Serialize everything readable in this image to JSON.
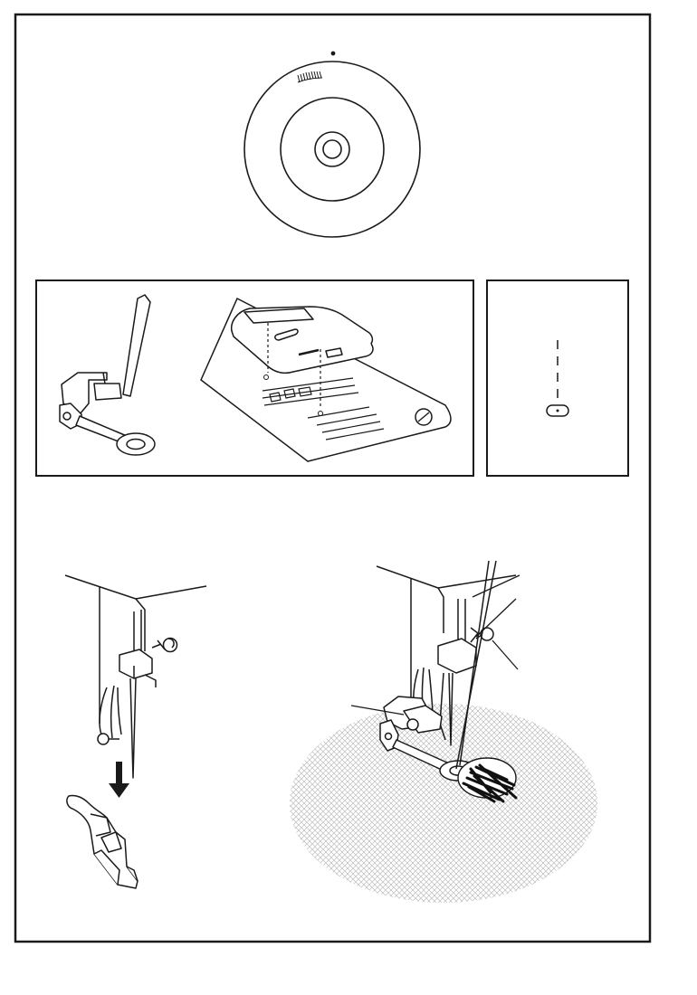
{
  "colors": {
    "ink": "#1a1a1a",
    "paper": "#ffffff",
    "fabric_pattern": "#bdbdbd",
    "stitch_fill": "#111111"
  },
  "figures": [
    {
      "id": "dial",
      "icon": "stitch-length-dial-icon"
    },
    {
      "id": "darning-foot-attach",
      "icon": "darning-foot-icon"
    },
    {
      "id": "needle-position",
      "icon": "needle-position-icon"
    },
    {
      "id": "remove-presser-foot",
      "icon": "presser-foot-icon"
    },
    {
      "id": "free-motion-darning",
      "icon": "darning-fabric-icon"
    }
  ]
}
